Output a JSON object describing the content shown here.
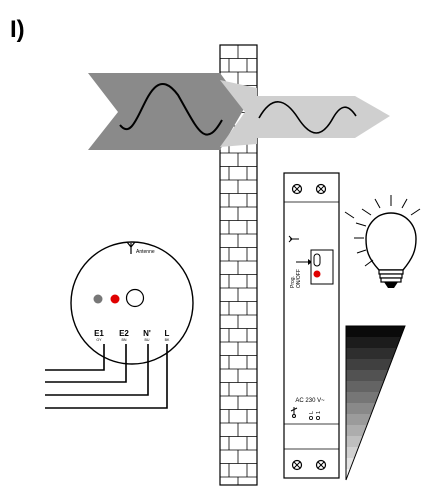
{
  "figure_label": "I)",
  "sensor": {
    "antenna_label": "Antenne",
    "terminals": [
      {
        "name": "E1",
        "color_code": "GY"
      },
      {
        "name": "E2",
        "color_code": "BN"
      },
      {
        "name": "N'",
        "color_code": "BU"
      },
      {
        "name": "L",
        "color_code": "BK"
      }
    ],
    "led_color": "#e00000"
  },
  "actuator": {
    "prog_label": "Prog.",
    "onoff_label": "ON/OFF",
    "voltage_label": "AC 230 V~",
    "terminal_labels": [
      "L",
      "1"
    ],
    "led_color": "#e00000"
  },
  "colors": {
    "wave_arrow_dark": "#8a8a8a",
    "wave_arrow_light": "#cfcfcf"
  }
}
